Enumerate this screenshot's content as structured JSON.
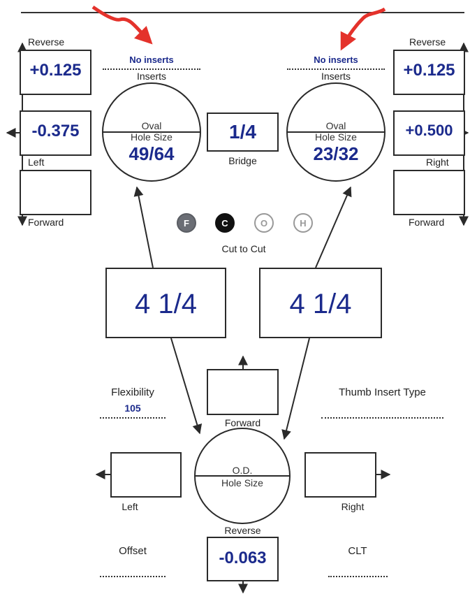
{
  "left_insert": {
    "no_inserts": "No inserts",
    "inserts_label": "Inserts",
    "reverse_label": "Reverse",
    "reverse_value": "+0.125",
    "left_label": "Left",
    "left_value": "-0.375",
    "forward_label": "Forward",
    "forward_value": "",
    "oval_label": "Oval",
    "hole_size_label": "Hole Size",
    "hole_size_value": "49/64"
  },
  "right_insert": {
    "no_inserts": "No inserts",
    "inserts_label": "Inserts",
    "reverse_label": "Reverse",
    "reverse_value": "+0.125",
    "right_label": "Right",
    "right_value": "+0.500",
    "forward_label": "Forward",
    "forward_value": "",
    "oval_label": "Oval",
    "hole_size_label": "Hole Size",
    "hole_size_value": "23/32"
  },
  "bridge": {
    "value": "1/4",
    "label": "Bridge"
  },
  "modes": {
    "chips": [
      {
        "letter": "F",
        "style": "dark-gray"
      },
      {
        "letter": "C",
        "style": "black"
      },
      {
        "letter": "O",
        "style": "outline"
      },
      {
        "letter": "H",
        "style": "outline"
      }
    ],
    "selected_label": "Cut to Cut"
  },
  "spans": {
    "left_value": "4 1/4",
    "right_value": "4 1/4"
  },
  "flexibility": {
    "label": "Flexibility",
    "value": "105"
  },
  "thumb_insert": {
    "label": "Thumb Insert Type",
    "value": ""
  },
  "thumb": {
    "forward_label": "Forward",
    "forward_value": "",
    "left_label": "Left",
    "left_value": "",
    "right_label": "Right",
    "right_value": "",
    "od_label": "O.D.",
    "hole_size_label": "Hole Size",
    "hole_size_value": "",
    "reverse_label": "Reverse",
    "reverse_value": "-0.063"
  },
  "offset": {
    "label": "Offset",
    "value": ""
  },
  "clt": {
    "label": "CLT",
    "value": ""
  },
  "colors": {
    "value_blue": "#1b2a8c",
    "annotation_red": "#e4322b",
    "line": "#2a2a2a"
  }
}
